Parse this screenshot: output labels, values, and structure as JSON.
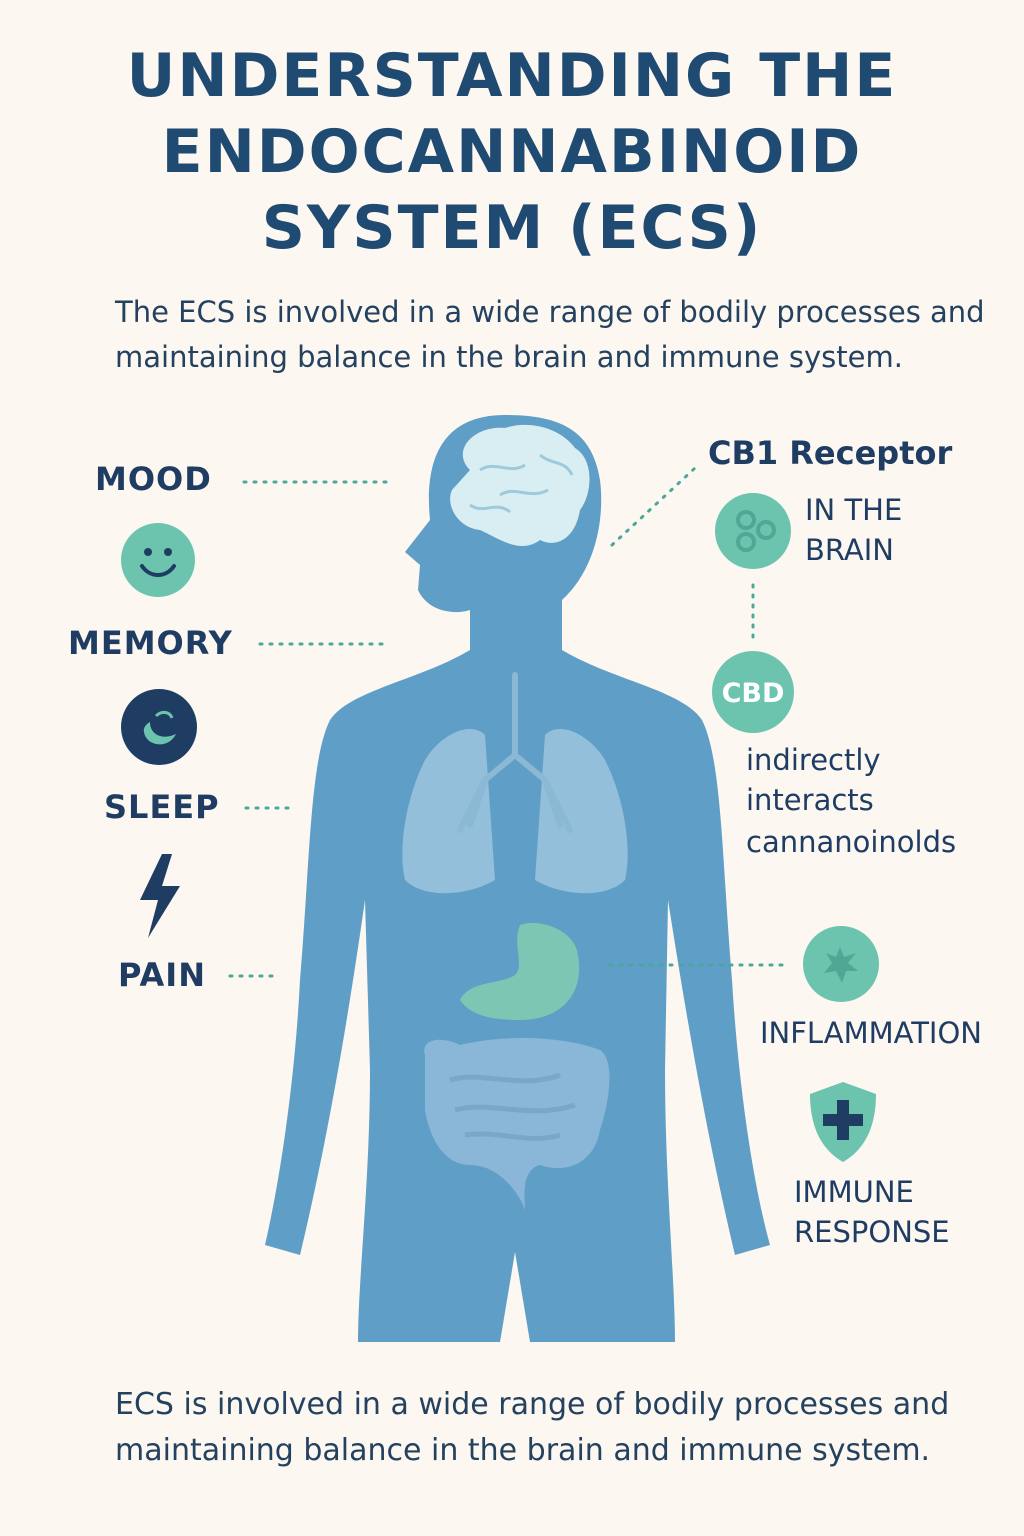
{
  "title": {
    "line1": "UNDERSTANDING THE",
    "line2": "ENDOCANNABINOID",
    "line3": "SYSTEM (ECS)"
  },
  "intro": "The ECS is involved in a wide range of bodily processes and maintaining balance in the brain and immune system.",
  "left_labels": {
    "mood": "MOOD",
    "memory": "MEMORY",
    "sleep": "SLEEP",
    "pain": "PAIN"
  },
  "right": {
    "cb1_title": "CB1 Receptor",
    "cb1_location_line1": "IN THE",
    "cb1_location_line2": "BRAIN",
    "cbd_badge": "CBD",
    "cbd_line1": "indirectly",
    "cbd_line2": "interacts",
    "cbd_line3": "cannanoinolds",
    "inflammation": "INFLAMMATION",
    "immune_line1": "IMMUNE",
    "immune_line2": "RESPONSE"
  },
  "outro": "ECS is involved in a wide range of bodily processes and maintaining balance in the brain and immune system.",
  "icons": {
    "mood": "smiley-icon",
    "memory": "moon-icon",
    "sleep": "lightning-icon",
    "cb1": "receptor-cells-icon",
    "inflammation": "inflammation-cell-icon",
    "immune": "shield-plus-icon"
  },
  "colors": {
    "background": "#fcf7f1",
    "body": "#5f9fc7",
    "teal": "#6cc4ae",
    "navy": "#1f3d63"
  }
}
